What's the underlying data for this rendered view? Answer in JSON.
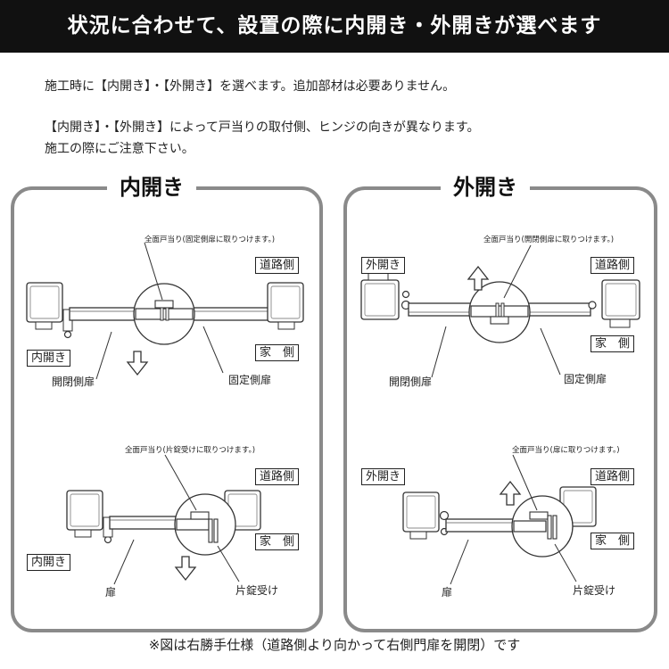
{
  "header": {
    "title": "状況に合わせて、設置の際に内開き・外開きが選べます"
  },
  "description": {
    "line1": "施工時に【内開き】・【外開き】を選べます。追加部材は必要ありません。",
    "line2": "【内開き】・【外開き】によって戸当りの取付側、ヒンジの向きが異なります。",
    "line3": "施工の際にご注意下さい。"
  },
  "panels": {
    "inner": {
      "title": "内開き",
      "top": {
        "note": "全面戸当り(固定側扉に取りつけます。)",
        "road_side": "道路側",
        "house_side": "家　側",
        "open_label": "内開き",
        "opening_door": "開閉側扉",
        "fixed_door": "固定側扉"
      },
      "bottom": {
        "note": "全面戸当り(片錠受けに取りつけます。)",
        "road_side": "道路側",
        "house_side": "家　側",
        "open_label": "内開き",
        "door": "扉",
        "latch": "片錠受け"
      }
    },
    "outer": {
      "title": "外開き",
      "top": {
        "note": "全面戸当り(開閉側扉に取りつけます。)",
        "road_side": "道路側",
        "house_side": "家　側",
        "open_label": "外開き",
        "opening_door": "開閉側扉",
        "fixed_door": "固定側扉"
      },
      "bottom": {
        "note": "全面戸当り(扉に取りつけます。)",
        "road_side": "道路側",
        "house_side": "家　側",
        "open_label": "外開き",
        "door": "扉",
        "latch": "片錠受け"
      }
    }
  },
  "footer": {
    "note": "※図は右勝手仕様（道路側より向かって右側門扉を開閉）です"
  }
}
